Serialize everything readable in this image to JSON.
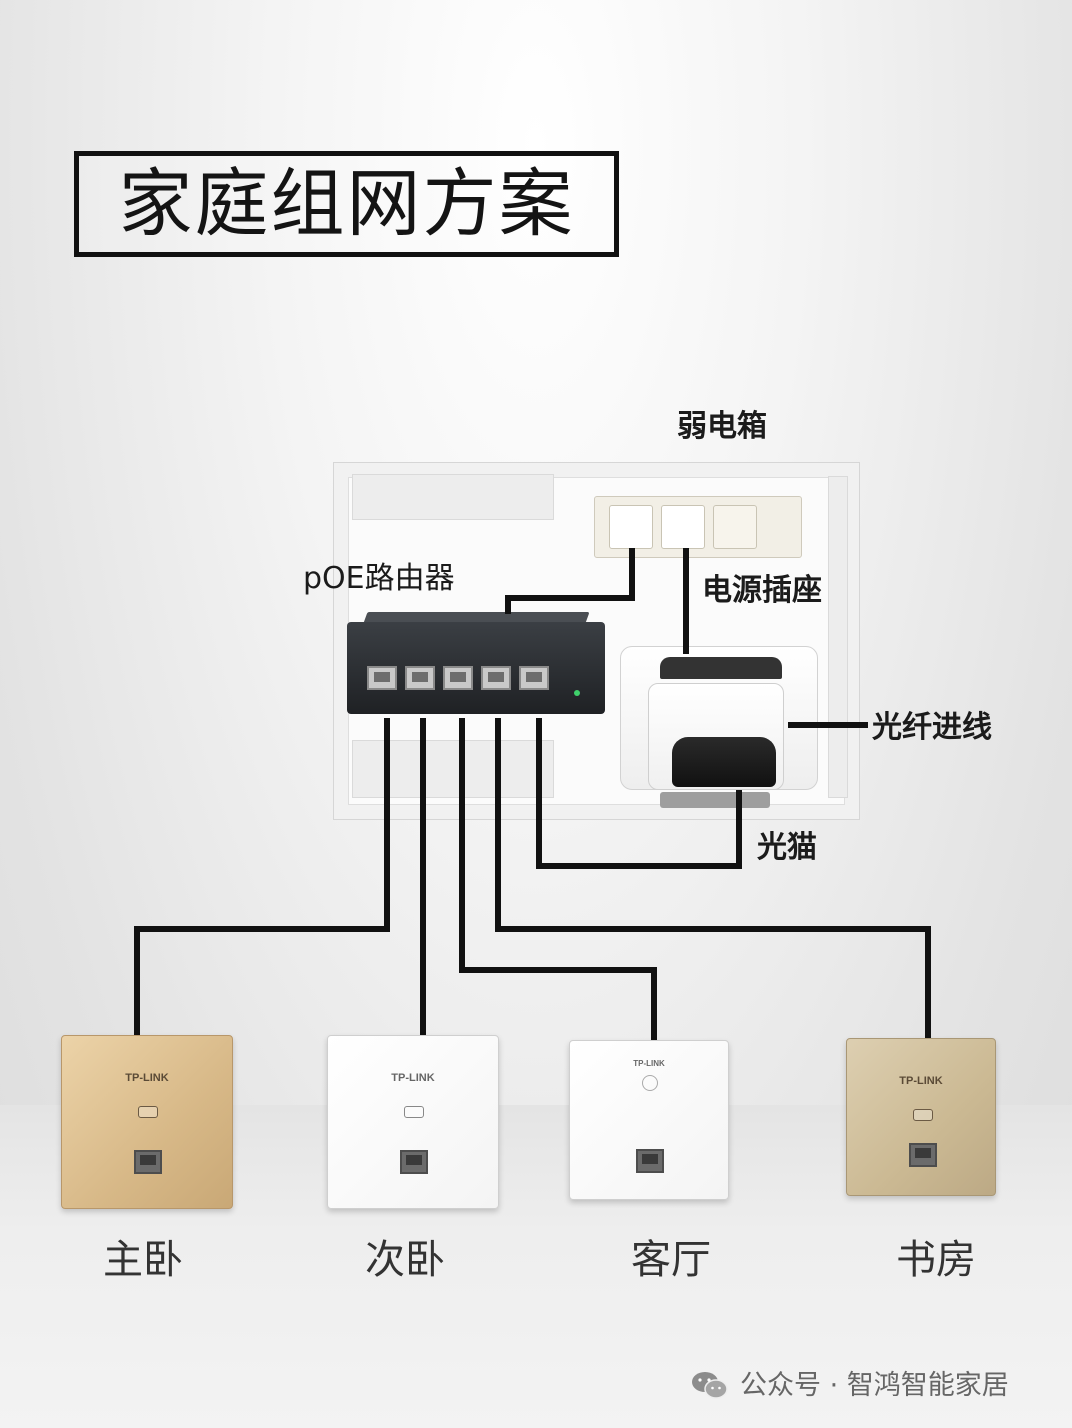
{
  "title": "家庭组网方案",
  "labels": {
    "cabinet": "弱电箱",
    "router": "pOE路由器",
    "power_socket": "电源插座",
    "fiber_in": "光纤进线",
    "modem": "光猫"
  },
  "panel_brand": "TP-LINK",
  "rooms": [
    {
      "label": "主卧"
    },
    {
      "label": "次卧"
    },
    {
      "label": "客厅"
    },
    {
      "label": "书房"
    }
  ],
  "footer": {
    "icon": "wechat-icon",
    "text": "公众号 · 智鸿智能家居"
  },
  "colors": {
    "wire": "#111111",
    "gold_panel": "#d7b887",
    "champagne_panel": "#cbb993",
    "white_panel": "#f7f7f7"
  }
}
